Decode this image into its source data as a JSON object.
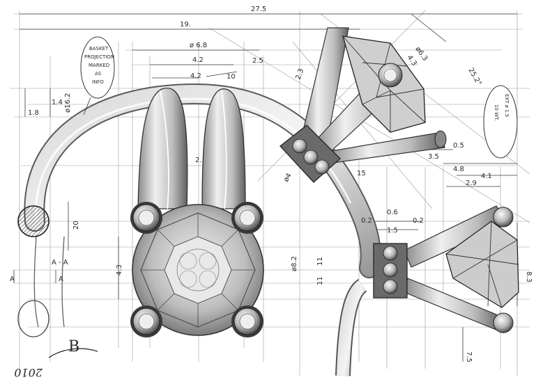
{
  "dimensions": {
    "total_width": "27.5",
    "outer_width": "19.",
    "diam_6_8": "ø 6.8",
    "d_4_2_top": "4.2",
    "d_4_2_mid": "4.2",
    "d_10": "10",
    "d_2_5": "2.5",
    "d_2_3": "2.3",
    "d_1_8": "1.8",
    "d_1_4": "1.4",
    "d_16_2": "ø16.2",
    "d_20": "20",
    "section_aa": "A - A",
    "label_a_left": "A",
    "label_a_right": "A",
    "d_4_3": "4.3",
    "d_2_center": "2.",
    "d_4": "ø4",
    "d_8_2": "ø8.2",
    "d_11_a": "11",
    "d_11_b": "11",
    "d_15": "15",
    "d_0_6": "0.6",
    "d_0_2_a": "0.2",
    "d_0_2_b": "0.2",
    "d_1_5": "1.5",
    "d_6_3": "ø6.3",
    "d_4_3_top": "4.3",
    "d_25": "25.2°",
    "d_4_8": "4.8",
    "d_4_1": "4.1",
    "d_2_9": "2.9",
    "d_0_5": "0.5",
    "d_3_5": "3.5",
    "d_8_3": "8.3",
    "d_7_5": "7.5"
  },
  "notes": {
    "left_note": [
      "BASKET",
      "PROJECTION",
      "MARKED",
      "AS",
      "INFO"
    ],
    "right_note": [
      "EXT ø 1.5",
      "10 WT."
    ]
  },
  "signature": {
    "year": "2010",
    "initial": "B"
  }
}
